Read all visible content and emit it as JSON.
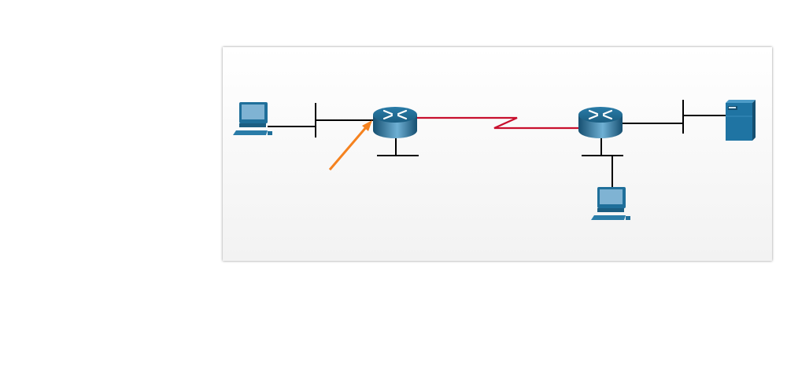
{
  "colors": {
    "ethernet_link": "#000000",
    "serial_link": "#c8102e",
    "arrow": "#f5821f",
    "device_dark": "#1b5e82",
    "device_light": "#2e86b5",
    "screen": "#7fb3d3"
  },
  "devices": [
    {
      "id": "pc-left",
      "icon": "pc-icon"
    },
    {
      "id": "router-left",
      "icon": "router-icon"
    },
    {
      "id": "router-right",
      "icon": "router-icon"
    },
    {
      "id": "server-right",
      "icon": "server-icon"
    },
    {
      "id": "pc-bottom",
      "icon": "pc-icon"
    }
  ],
  "annotations": [
    {
      "type": "arrow",
      "points_to": "router-left"
    }
  ]
}
